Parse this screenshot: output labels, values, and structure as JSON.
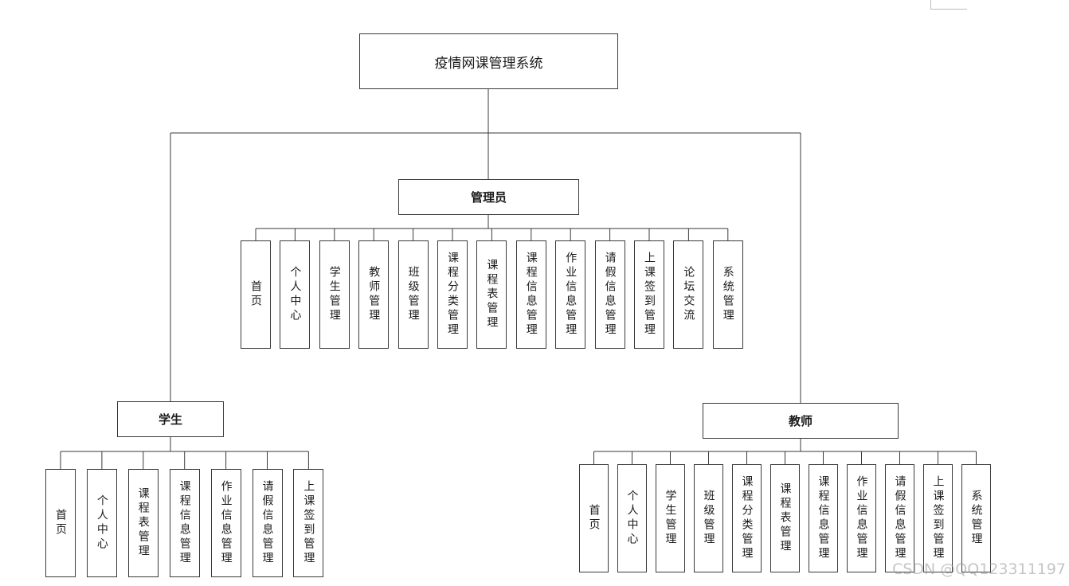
{
  "root": {
    "title": "疫情网课管理系统"
  },
  "admin": {
    "title": "管理员",
    "items": [
      "首页",
      "个人中心",
      "学生管理",
      "教师管理",
      "班级管理",
      "课程分类管理",
      "课程表管理",
      "课程信息管理",
      "作业信息管理",
      "请假信息管理",
      "上课签到管理",
      "论坛交流",
      "系统管理"
    ]
  },
  "student": {
    "title": "学生",
    "items": [
      "首页",
      "个人中心",
      "课程表管理",
      "课程信息管理",
      "作业信息管理",
      "请假信息管理",
      "上课签到管理"
    ]
  },
  "teacher": {
    "title": "教师",
    "items": [
      "首页",
      "个人中心",
      "学生管理",
      "班级管理",
      "课程分类管理",
      "课程表管理",
      "课程信息管理",
      "作业信息管理",
      "请假信息管理",
      "上课签到管理",
      "系统管理"
    ]
  },
  "watermark": "CSDN @QQ123311197",
  "colors": {
    "line": "#3a3a3a",
    "background": "#ffffff"
  }
}
